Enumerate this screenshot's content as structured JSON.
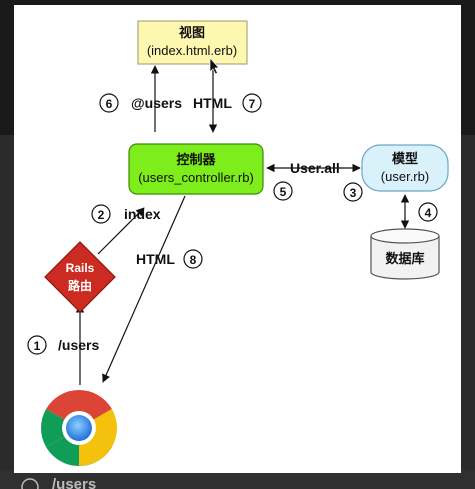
{
  "nodes": {
    "view": {
      "title": "视图",
      "subtitle": "(index.html.erb)"
    },
    "controller": {
      "title": "控制器",
      "subtitle": "(users_controller.rb)"
    },
    "model": {
      "title": "模型",
      "subtitle": "(user.rb)"
    },
    "database": {
      "title": "数据库"
    },
    "router": {
      "line1": "Rails",
      "line2": "路由"
    },
    "browser": {
      "icon": "chrome-icon"
    }
  },
  "edges": {
    "users_path": "/users",
    "index": "index",
    "html_response": "HTML",
    "at_users": "@users",
    "html_view": "HTML",
    "user_all": "User.all"
  },
  "steps": [
    "1",
    "2",
    "3",
    "4",
    "5",
    "6",
    "7",
    "8"
  ],
  "background_text": {
    "top": "",
    "bottom": "/users"
  },
  "colors": {
    "view_fill": "#fdf7b0",
    "controller_fill": "#7ded1b",
    "model_fill": "#d8f1fb",
    "router_fill": "#cc2b22",
    "database_fill": "#f2f2f2",
    "page_bg": "#2b2b2b"
  }
}
